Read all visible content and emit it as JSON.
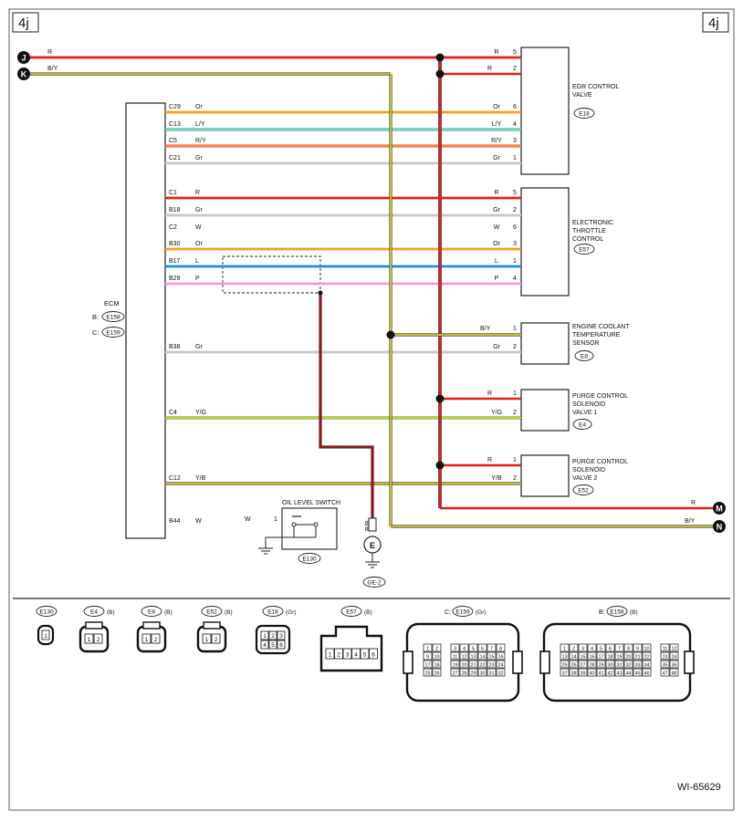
{
  "page": {
    "corner_label": "4j",
    "diagram_code": "WI-65629"
  },
  "terminals": {
    "J": "J",
    "K": "K",
    "M": "M",
    "N": "N"
  },
  "ecm": {
    "label": "ECM",
    "conn_b_prefix": "B:",
    "conn_b": "E158",
    "conn_c_prefix": "C:",
    "conn_c": "E159"
  },
  "ground": {
    "label": "E",
    "ref": "GE-2"
  },
  "oil_switch": {
    "title": "OIL LEVEL SWITCH",
    "connector": "E130",
    "wire_color": "W",
    "pin": "1",
    "ground_wire": "B/R"
  },
  "wires": [
    {
      "id": "r",
      "pin": "",
      "color_name": "R",
      "right_pin": "5",
      "right_name": "R",
      "stroke": "#e41d1d"
    },
    {
      "id": "by",
      "pin": "",
      "color_name": "B/Y",
      "right_pin": "",
      "right_name": "",
      "stroke": "#d6d61a"
    },
    {
      "id": "c29",
      "pin": "C29",
      "color_name": "Or",
      "right_pin": "6",
      "right_name": "Or",
      "stroke": "#f0a020"
    },
    {
      "id": "c13",
      "pin": "C13",
      "color_name": "L/Y",
      "right_pin": "4",
      "right_name": "L/Y",
      "stroke": "#3aa0d8"
    },
    {
      "id": "c5",
      "pin": "C5",
      "color_name": "R/Y",
      "right_pin": "3",
      "right_name": "R/Y",
      "stroke": "#f07d2a"
    },
    {
      "id": "c21",
      "pin": "C21",
      "color_name": "Gr",
      "right_pin": "1",
      "right_name": "Gr",
      "stroke": "#c8c8c8"
    },
    {
      "id": "c1",
      "pin": "C1",
      "color_name": "R",
      "right_pin": "5",
      "right_name": "R",
      "stroke": "#e41d1d"
    },
    {
      "id": "b18",
      "pin": "B18",
      "color_name": "Gr",
      "right_pin": "2",
      "right_name": "Gr",
      "stroke": "#c8c8c8"
    },
    {
      "id": "c2",
      "pin": "C2",
      "color_name": "W",
      "right_pin": "6",
      "right_name": "W",
      "stroke": "#ffffff"
    },
    {
      "id": "b30",
      "pin": "B30",
      "color_name": "Or",
      "right_pin": "3",
      "right_name": "Or",
      "stroke": "#f0a020"
    },
    {
      "id": "b17",
      "pin": "B17",
      "color_name": "L",
      "right_pin": "1",
      "right_name": "L",
      "stroke": "#1a90d8"
    },
    {
      "id": "b29",
      "pin": "B29",
      "color_name": "P",
      "right_pin": "4",
      "right_name": "P",
      "stroke": "#f59ad0"
    },
    {
      "id": "b38",
      "pin": "B38",
      "color_name": "Gr",
      "right_pin": "2",
      "right_name": "Gr",
      "stroke": "#c8c8c8"
    },
    {
      "id": "c4",
      "pin": "C4",
      "color_name": "Y/G",
      "right_pin": "2",
      "right_name": "Y/G",
      "stroke": "#a8e02a"
    },
    {
      "id": "c12",
      "pin": "C12",
      "color_name": "Y/B",
      "right_pin": "2",
      "right_name": "Y/B",
      "stroke": "#d6d61a"
    },
    {
      "id": "b44",
      "pin": "B44",
      "color_name": "W",
      "right_pin": "",
      "right_name": "",
      "stroke": "#ffffff"
    }
  ],
  "branch_labels": {
    "egr_pin2_name": "R",
    "egr_pin2": "2",
    "ects_pin1_name": "B/Y",
    "ects_pin1": "1",
    "purge1_pin1_name": "R",
    "purge1_pin1": "1",
    "purge2_pin1_name": "R",
    "purge2_pin1": "1",
    "to_m": "R",
    "to_n": "B/Y"
  },
  "components": {
    "egr": {
      "lines": [
        "EGR CONTROL",
        "VALVE"
      ],
      "connector": "E18"
    },
    "etc": {
      "lines": [
        "ELECTRONIC",
        "THROTTLE",
        "CONTROL"
      ],
      "connector": "E57"
    },
    "ects": {
      "lines": [
        "ENGINE COOLANT",
        "TEMPERATURE",
        "SENSOR"
      ],
      "connector": "E8"
    },
    "purge1": {
      "lines": [
        "PURGE CONTROL",
        "SOLENOID",
        "VALVE 1"
      ],
      "connector": "E4"
    },
    "purge2": {
      "lines": [
        "PURGE CONTROL",
        "SOLENOID",
        "VALVE 2"
      ],
      "connector": "E52"
    }
  },
  "connector_views": [
    {
      "id": "E130",
      "color": "",
      "pins": [
        "1"
      ]
    },
    {
      "id": "E4",
      "color": "(B)",
      "pins": [
        "1",
        "2"
      ]
    },
    {
      "id": "E8",
      "color": "(B)",
      "pins": [
        "1",
        "2"
      ]
    },
    {
      "id": "E52",
      "color": "(B)",
      "pins": [
        "1",
        "2"
      ]
    },
    {
      "id": "E18",
      "color": "(Gr)",
      "pins": [
        "1",
        "2",
        "3",
        "4",
        "5",
        "6"
      ]
    },
    {
      "id": "E57",
      "color": "(B)",
      "pins": [
        "1",
        "2",
        "3",
        "4",
        "5",
        "6"
      ]
    },
    {
      "id": "E159",
      "prefix": "C:",
      "color": "(Gr)",
      "pin_count": 32
    },
    {
      "id": "E158",
      "prefix": "B:",
      "color": "(B)",
      "pin_count": 48
    }
  ]
}
